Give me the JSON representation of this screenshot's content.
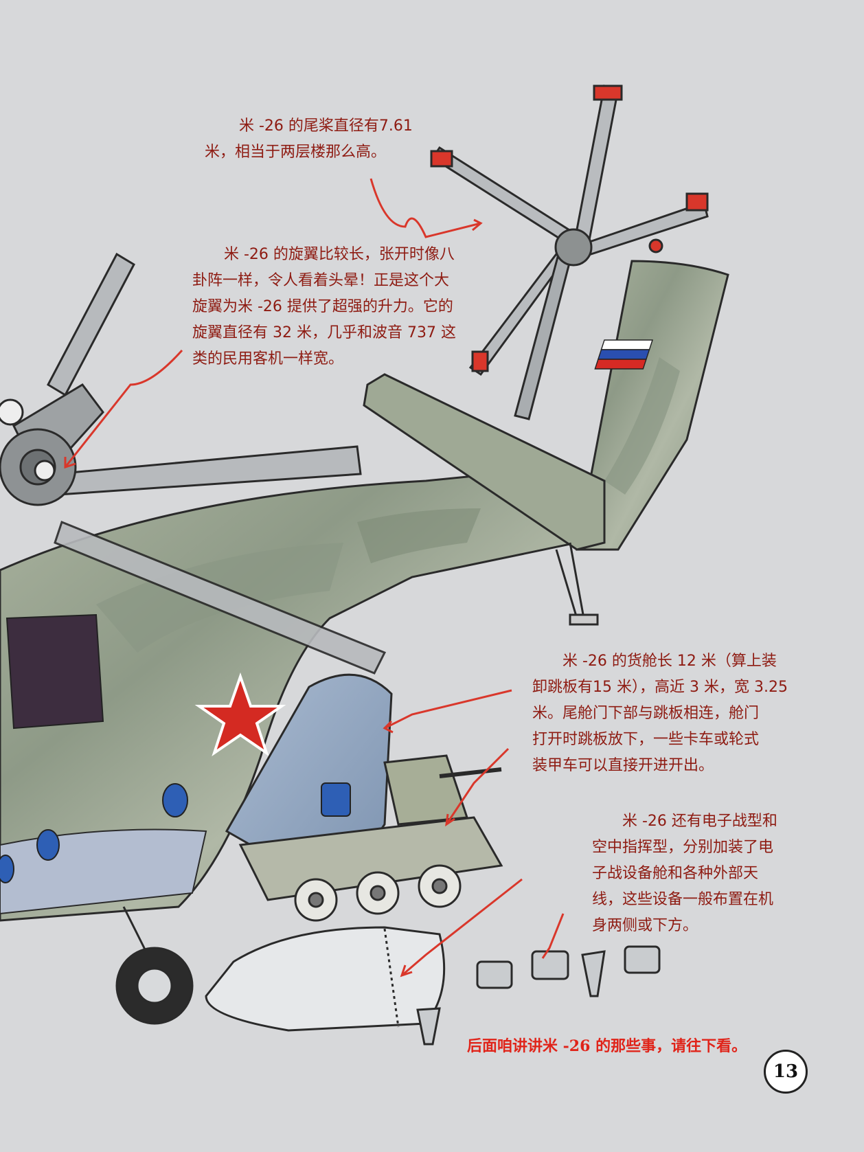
{
  "annotations": {
    "tail_rotor": {
      "lines": [
        "米 -26 的尾桨直径有7.61",
        "米，相当于两层楼那么高。"
      ]
    },
    "main_rotor": {
      "lines": [
        "米 -26 的旋翼比较长，张开时像八",
        "卦阵一样，令人看着头晕！正是这个大",
        "旋翼为米 -26 提供了超强的升力。它的",
        "旋翼直径有 32 米，几乎和波音 737 这",
        "类的民用客机一样宽。"
      ]
    },
    "cargo_hold": {
      "lines": [
        "米 -26 的货舱长 12 米（算上装",
        "卸跳板有15 米），高近 3 米，宽 3.25",
        "米。尾舱门下部与跳板相连，舱门",
        "打开时跳板放下，一些卡车或轮式",
        "装甲车可以直接开进开出。"
      ]
    },
    "variants": {
      "lines": [
        "米 -26 还有电子战型和",
        "空中指挥型，分别加装了电",
        "子战设备舱和各种外部天",
        "线，这些设备一般布置在机",
        "身两侧或下方。"
      ]
    }
  },
  "footer_note": "后面咱讲讲米 -26 的那些事，请往下看。",
  "page_number": "13",
  "colors": {
    "background": "#d7d8da",
    "annotation_text": "#8e1b12",
    "arrow": "#d9372b",
    "footer_text": "#e0241a",
    "camo_light": "#a6b09a",
    "camo_dark": "#7e8c78",
    "door_blue": "#8fa4bf",
    "flag_white": "#ffffff",
    "flag_blue": "#2a4fb0",
    "flag_red": "#d62a24",
    "star_red": "#d42a22"
  }
}
